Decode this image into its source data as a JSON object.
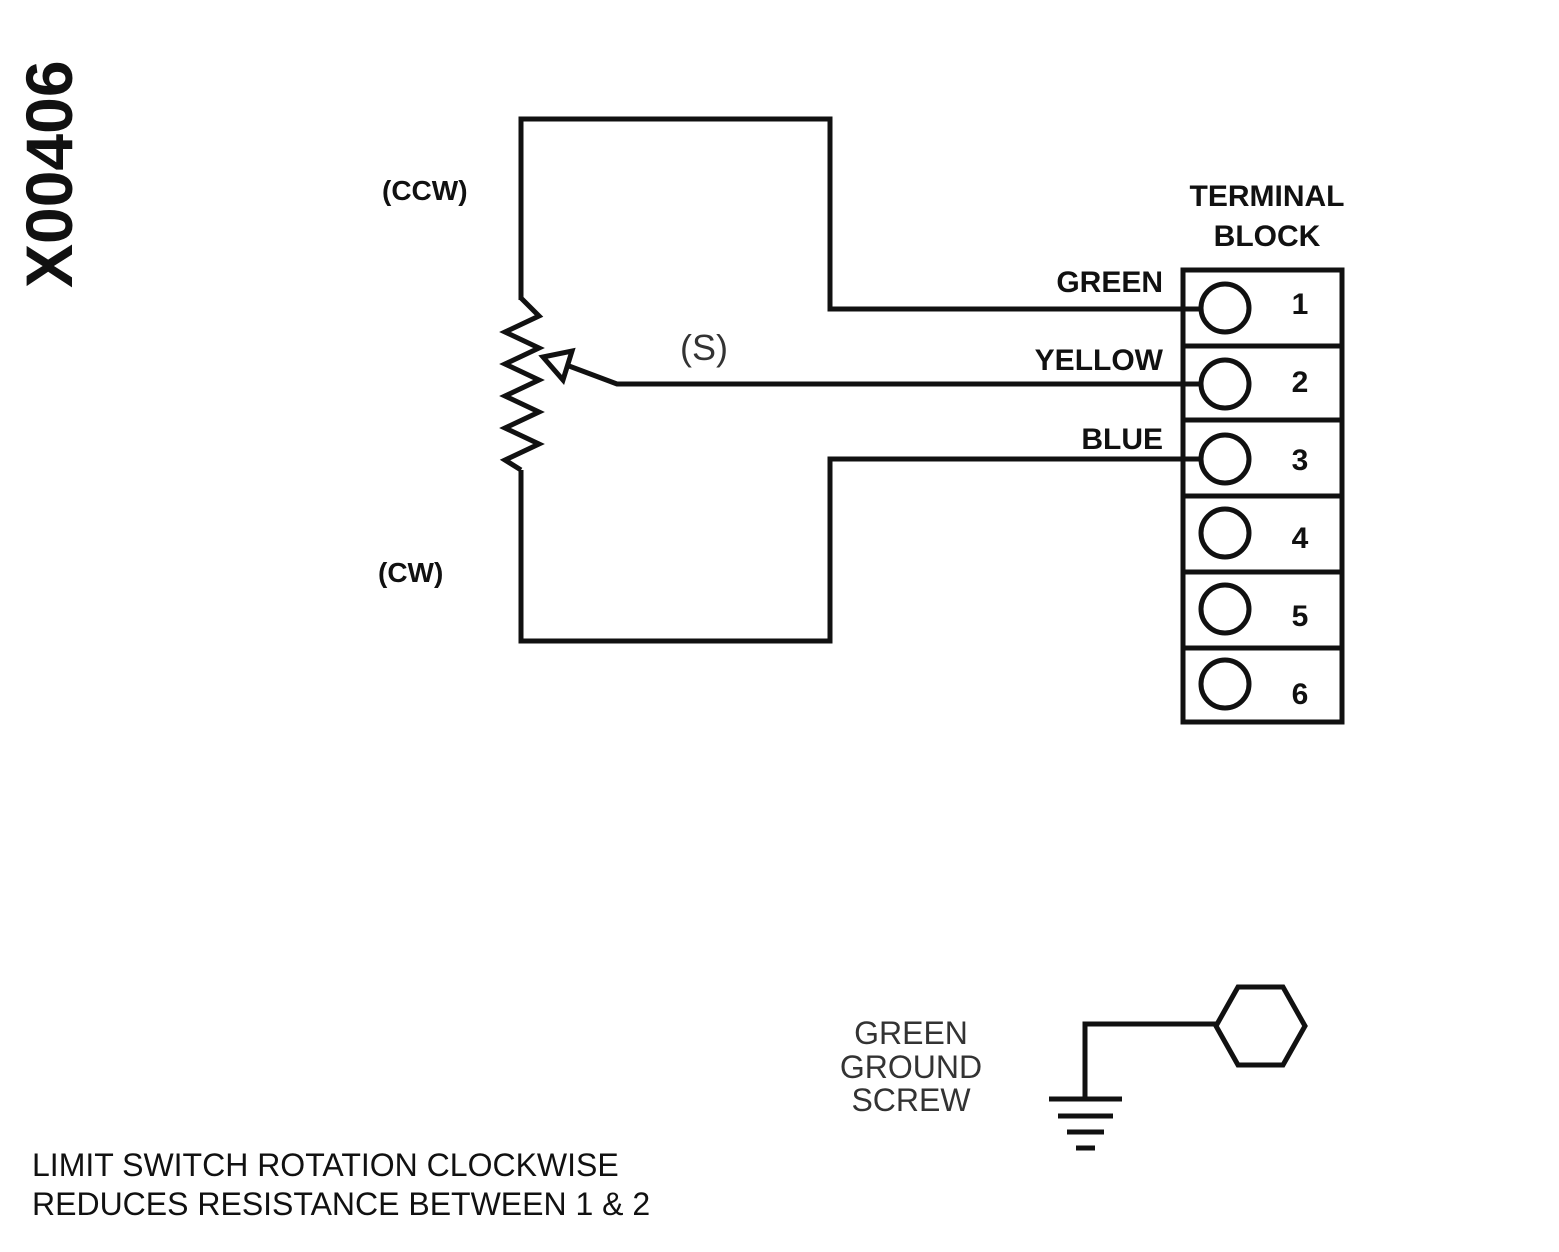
{
  "drawing_id": "X00406",
  "potentiometer": {
    "ccw_label": "(CCW)",
    "cw_label": "(CW)",
    "wiper_label": "(S)"
  },
  "terminal_block": {
    "title_line1": "TERMINAL",
    "title_line2": "BLOCK",
    "terminals": [
      "1",
      "2",
      "3",
      "4",
      "5",
      "6"
    ]
  },
  "wires": {
    "green": "GREEN",
    "yellow": "YELLOW",
    "blue": "BLUE"
  },
  "ground": {
    "line1": "GREEN",
    "line2": "GROUND",
    "line3": "SCREW"
  },
  "note": {
    "line1": "LIMIT SWITCH ROTATION CLOCKWISE",
    "line2": "REDUCES RESISTANCE BETWEEN 1 & 2"
  }
}
